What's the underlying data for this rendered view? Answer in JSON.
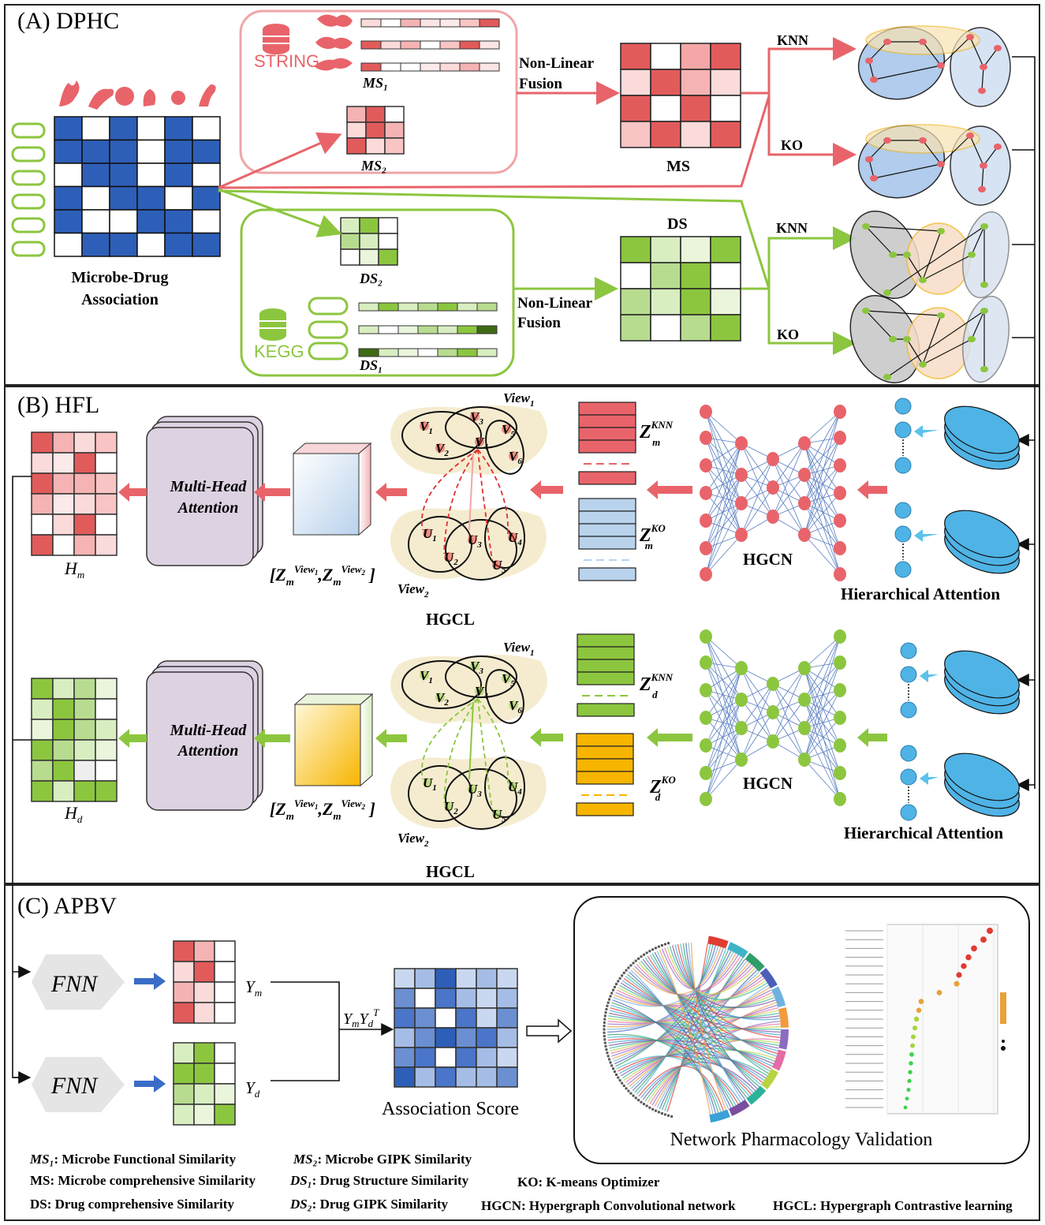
{
  "panels": {
    "a": "(A) DPHC",
    "b": "(B) HFL",
    "c": "(C) APBV"
  },
  "panel_a": {
    "string_label": "STRING",
    "kegg_label": "KEGG",
    "ms1": "MS₁",
    "ms2": "MS₂",
    "ds1": "DS₁",
    "ds2": "DS₂",
    "nonlinear_top": [
      "Non-Linear",
      "Fusion"
    ],
    "nonlinear_bottom": [
      "Non-Linear",
      "Fusion"
    ],
    "ms": "MS",
    "ds": "DS",
    "knn_top": "KNN",
    "ko_top": "KO",
    "knn_bottom": "KNN",
    "ko_bottom": "KO",
    "association": [
      "Microbe-Drug",
      "Association"
    ]
  },
  "panel_b": {
    "multihead": [
      "Multi-Head",
      "Attention"
    ],
    "hm": "H",
    "hm_sub": "m",
    "hd": "H",
    "hd_sub": "d",
    "hgcl": "HGCL",
    "hgcn": "HGCN",
    "hier_attention": "Hierarchical Attention",
    "view1": "View",
    "view2": "View",
    "z_knn": "KNN",
    "z_ko": "KO",
    "z_m": "m",
    "z_d": "d",
    "concat": "[Z",
    "v_nodes": [
      "V1",
      "V2",
      "V3",
      "V4",
      "V5",
      "V6"
    ],
    "u_nodes": [
      "U1",
      "U2",
      "U3",
      "U4",
      "U5"
    ]
  },
  "panel_c": {
    "fnn": "FNN",
    "ym": "Y",
    "ym_sub": "m",
    "yd": "Y",
    "yd_sub": "d",
    "product": "YmYdT",
    "association_score": "Association Score",
    "network_validation": "Network Pharmacology Validation"
  },
  "legend": [
    {
      "abbr": "MS₁",
      "text": "Microbe Functional Similarity"
    },
    {
      "abbr": "MS₂",
      "text": "Microbe GIPK Similarity"
    },
    {
      "abbr": "MS",
      "text": "Microbe comprehensive Similarity"
    },
    {
      "abbr": "DS₁",
      "text": "Drug Structure Similarity"
    },
    {
      "abbr": "KO",
      "text": "K-means Optimizer"
    },
    {
      "abbr": "DS",
      "text": "Drug comprehensive Similarity"
    },
    {
      "abbr": "DS₂",
      "text": "Drug GIPK Similarity"
    },
    {
      "abbr": "HGCN",
      "text": "Hypergraph Convolutional network"
    },
    {
      "abbr": "HGCL",
      "text": "Hypergraph Contrastive learning"
    }
  ],
  "colors": {
    "blue_matrix": "#2e5fb8",
    "red": "#e8646a",
    "green": "#8cc63f",
    "light_blue": "#5bb8e6",
    "panel_border": "#222222"
  }
}
